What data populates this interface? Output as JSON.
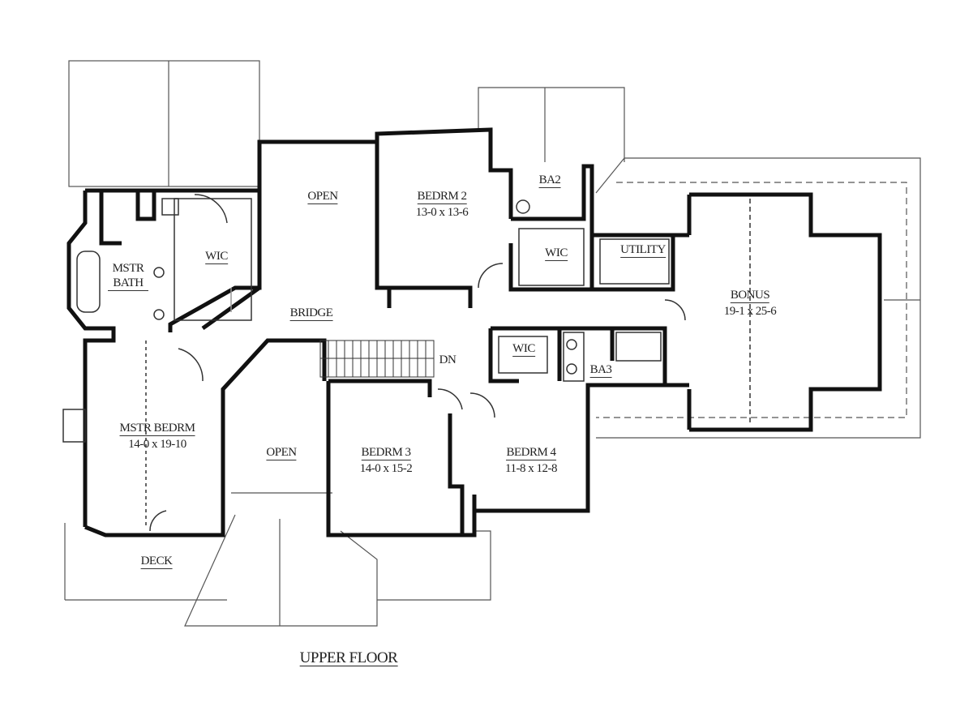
{
  "title": "UPPER FLOOR",
  "rooms": {
    "open_top": {
      "name": "OPEN"
    },
    "bedrm2": {
      "name": "BEDRM 2",
      "dims": "13-0 x 13-6"
    },
    "ba2": {
      "name": "BA2"
    },
    "wic_bed2": {
      "name": "WIC"
    },
    "utility": {
      "name": "UTILITY"
    },
    "bonus": {
      "name": "BONUS",
      "dims": "19-1 x 25-6"
    },
    "mstr_bath": {
      "name": "MSTR BATH"
    },
    "wic_mstr": {
      "name": "WIC"
    },
    "bridge": {
      "name": "BRIDGE"
    },
    "stairs_dn": {
      "name": "DN"
    },
    "wic_hall": {
      "name": "WIC"
    },
    "ba3": {
      "name": "BA3"
    },
    "mstr_bedrm": {
      "name": "MSTR BEDRM",
      "dims": "14-0 x 19-10"
    },
    "open_bottom": {
      "name": "OPEN"
    },
    "bedrm3": {
      "name": "BEDRM 3",
      "dims": "14-0 x 15-2"
    },
    "bedrm4": {
      "name": "BEDRM 4",
      "dims": "11-8 x 12-8"
    },
    "deck": {
      "name": "DECK"
    }
  }
}
